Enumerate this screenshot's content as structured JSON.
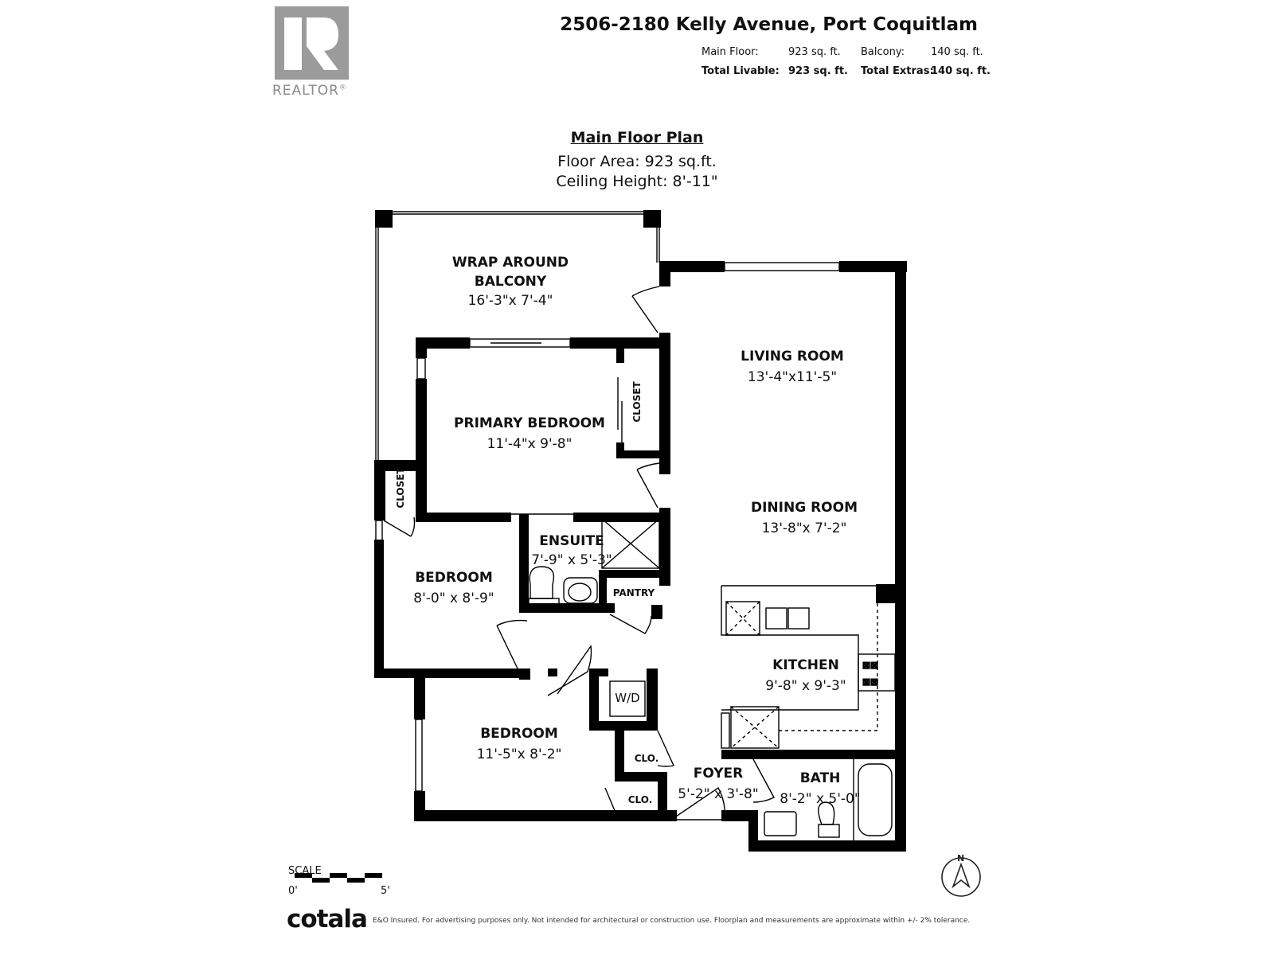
{
  "logo": {
    "brand": "REALTOR",
    "mark": "®",
    "icon": "realtor-r-icon"
  },
  "header": {
    "address": "2506-2180 Kelly Avenue, Port Coquitlam",
    "main_floor_label": "Main Floor:",
    "main_floor_value": "923 sq. ft.",
    "balcony_label": "Balcony:",
    "balcony_value": "140 sq. ft.",
    "total_livable_label": "Total Livable:",
    "total_livable_value": "923 sq. ft.",
    "total_extras_label": "Total Extras:",
    "total_extras_value": "140 sq. ft."
  },
  "plan": {
    "title": "Main Floor Plan",
    "floor_area": "Floor Area: 923 sq.ft.",
    "ceiling_height": "Ceiling Height: 8'-11\""
  },
  "rooms": {
    "balcony": {
      "name1": "WRAP AROUND",
      "name2": "BALCONY",
      "dims": "16'-3\"x 7'-4\""
    },
    "living": {
      "name": "LIVING ROOM",
      "dims": "13'-4\"x11'-5\""
    },
    "primary": {
      "name": "PRIMARY BEDROOM",
      "dims": "11'-4\"x 9'-8\""
    },
    "primary_closet": {
      "name": "CLOSET"
    },
    "hall_closet": {
      "name": "CLOSET"
    },
    "dining": {
      "name": "DINING ROOM",
      "dims": "13'-8\"x 7'-2\""
    },
    "ensuite": {
      "name": "ENSUITE",
      "dims": "7'-9\" x 5'-3\""
    },
    "pantry": {
      "name": "PANTRY"
    },
    "bedroom2": {
      "name": "BEDROOM",
      "dims": "8'-0\" x 8'-9\""
    },
    "kitchen": {
      "name": "KITCHEN",
      "dims": "9'-8\" x 9'-3\""
    },
    "wd": {
      "name": "W/D"
    },
    "bedroom3": {
      "name": "BEDROOM",
      "dims": "11'-5\"x 8'-2\""
    },
    "clo1": {
      "name": "CLO."
    },
    "clo2": {
      "name": "CLO."
    },
    "foyer": {
      "name": "FOYER",
      "dims": "5'-2\" x 3'-8\""
    },
    "bath": {
      "name": "BATH",
      "dims": "8'-2\" x 5'-0\""
    }
  },
  "scale": {
    "label": "SCALE",
    "start": "0'",
    "end": "5'"
  },
  "compass": {
    "label": "N",
    "icon": "north-arrow-icon"
  },
  "footer": {
    "brand": "cotala",
    "disclaimer": "E&O Insured. For advertising purposes only. Not intended for architectural or construction use. Floorplan and measurements are approximate within +/- 2% tolerance."
  },
  "colors": {
    "wall": "#000000",
    "logo_gray": "#9b9b9b",
    "text": "#111111"
  }
}
